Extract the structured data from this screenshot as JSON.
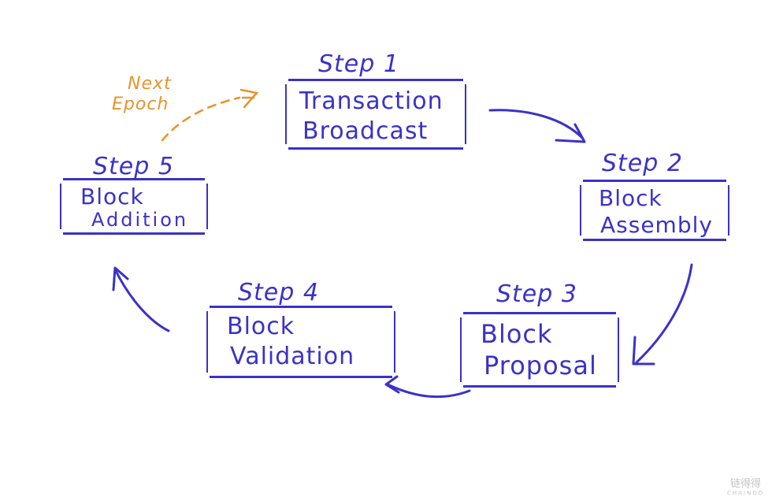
{
  "steps": [
    {
      "title": "Step 1",
      "line1": "Transaction",
      "line2": "Broadcast"
    },
    {
      "title": "Step 2",
      "line1": "Block",
      "line2": "Assembly"
    },
    {
      "title": "Step 3",
      "line1": "Block",
      "line2": "Proposal"
    },
    {
      "title": "Step 4",
      "line1": "Block",
      "line2": "Validation"
    },
    {
      "title": "Step 5",
      "line1": "Block",
      "line2": "Addition"
    }
  ],
  "next_epoch": {
    "line1": "Next",
    "line2": "Epoch"
  },
  "colors": {
    "ink": "#3a32c8",
    "note": "#e8932a"
  },
  "watermark": {
    "text": "链得得",
    "sub": "CHAINDD"
  }
}
